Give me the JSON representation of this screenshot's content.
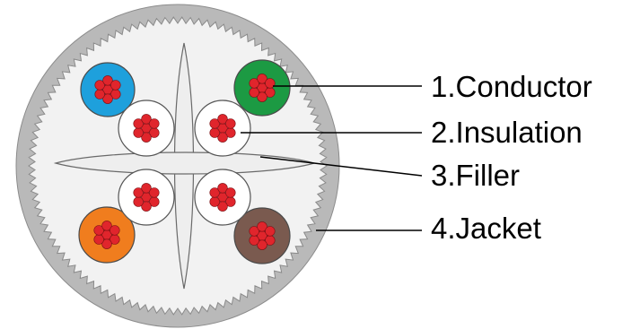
{
  "labels": {
    "conductor": "1.Conductor",
    "insulation": "2.Insulation",
    "filler": "3.Filler",
    "jacket": "4.Jacket"
  },
  "colors": {
    "background": "#ffffff",
    "jacket": "#b9b9b9",
    "jacket_inner": "#f2f2f2",
    "filler": "#eeeeee",
    "insulation_white": "#ffffff",
    "conductor_strand": "#e0252c",
    "pair_blue": "#1ea0dc",
    "pair_green": "#1c9a43",
    "pair_orange": "#f07d1e",
    "pair_brown": "#7a5a4f",
    "outline": "#555555",
    "leader_line": "#000000"
  }
}
